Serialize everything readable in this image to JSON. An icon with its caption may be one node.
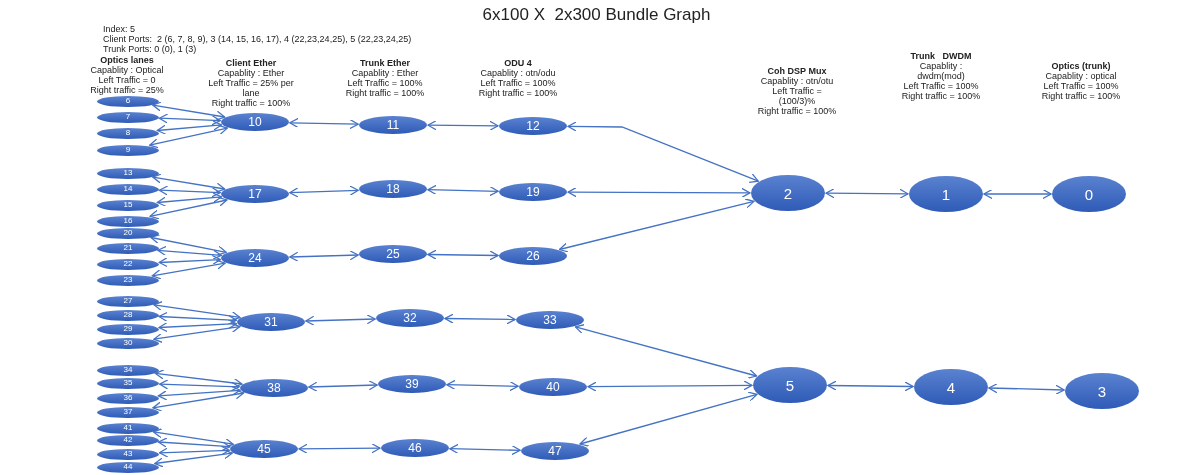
{
  "diagram": {
    "title": "6x100 X  2x300 Bundle Graph",
    "nodes": [
      {
        "text": [
          "0"
        ]
      },
      {
        "text": [
          "1"
        ]
      },
      {
        "text": [
          "2"
        ]
      },
      {
        "text": [
          "3"
        ]
      },
      {
        "text": [
          "4"
        ]
      },
      {
        "text": [
          "5"
        ]
      },
      {
        "text": [
          "6"
        ]
      },
      {
        "text": [
          "7"
        ]
      },
      {
        "text": [
          "8"
        ]
      },
      {
        "text": [
          "9"
        ]
      },
      {
        "text": [
          "10"
        ]
      },
      {
        "text": [
          "11"
        ]
      },
      {
        "text": [
          "12"
        ]
      },
      {
        "text": [
          "13"
        ]
      },
      {
        "text": [
          "14"
        ]
      },
      {
        "text": [
          "15"
        ]
      },
      {
        "text": [
          "16"
        ]
      },
      {
        "text": [
          "17"
        ]
      },
      {
        "text": [
          "18"
        ]
      },
      {
        "text": [
          "19"
        ]
      },
      {
        "text": [
          "20"
        ]
      },
      {
        "text": [
          "21"
        ]
      },
      {
        "text": [
          "22"
        ]
      },
      {
        "text": [
          "23"
        ]
      },
      {
        "text": [
          "24"
        ]
      },
      {
        "text": [
          "25"
        ]
      },
      {
        "text": [
          "26"
        ]
      },
      {
        "text": [
          "27"
        ]
      },
      {
        "text": [
          "28"
        ]
      },
      {
        "text": [
          "29"
        ]
      },
      {
        "text": [
          "30"
        ]
      },
      {
        "text": [
          "31"
        ]
      },
      {
        "text": [
          "32"
        ]
      },
      {
        "text": [
          "33"
        ]
      },
      {
        "text": [
          "34"
        ]
      },
      {
        "text": [
          "35"
        ]
      },
      {
        "text": [
          "36"
        ]
      },
      {
        "text": [
          "37"
        ]
      },
      {
        "text": [
          "38"
        ]
      },
      {
        "text": [
          "39"
        ]
      },
      {
        "text": [
          "40"
        ]
      },
      {
        "text": [
          "41"
        ]
      },
      {
        "text": [
          "42"
        ]
      },
      {
        "text": [
          "43"
        ]
      },
      {
        "text": [
          "44"
        ]
      },
      {
        "text": [
          "45"
        ]
      },
      {
        "text": [
          "46"
        ]
      },
      {
        "text": [
          "47"
        ]
      }
    ],
    "edges": [
      {
        "from": 6,
        "to": 10,
        "arrow": "both"
      },
      {
        "from": 7,
        "to": 10,
        "arrow": "both"
      },
      {
        "from": 8,
        "to": 10,
        "arrow": "both"
      },
      {
        "from": 9,
        "to": 10,
        "arrow": "both"
      },
      {
        "from": 10,
        "to": 11,
        "arrow": "both"
      },
      {
        "from": 11,
        "to": 12,
        "arrow": "both"
      },
      {
        "from": 12,
        "to": 2,
        "arrow": "both"
      },
      {
        "from": 13,
        "to": 17,
        "arrow": "both"
      },
      {
        "from": 14,
        "to": 17,
        "arrow": "both"
      },
      {
        "from": 15,
        "to": 17,
        "arrow": "both"
      },
      {
        "from": 16,
        "to": 17,
        "arrow": "both"
      },
      {
        "from": 17,
        "to": 18,
        "arrow": "both"
      },
      {
        "from": 18,
        "to": 19,
        "arrow": "both"
      },
      {
        "from": 19,
        "to": 2,
        "arrow": "both"
      },
      {
        "from": 20,
        "to": 24,
        "arrow": "both"
      },
      {
        "from": 21,
        "to": 24,
        "arrow": "both"
      },
      {
        "from": 22,
        "to": 24,
        "arrow": "both"
      },
      {
        "from": 23,
        "to": 24,
        "arrow": "both"
      },
      {
        "from": 24,
        "to": 25,
        "arrow": "both"
      },
      {
        "from": 25,
        "to": 26,
        "arrow": "both"
      },
      {
        "from": 26,
        "to": 2,
        "arrow": "both"
      },
      {
        "from": 2,
        "to": 1,
        "arrow": "both"
      },
      {
        "from": 1,
        "to": 0,
        "arrow": "both"
      },
      {
        "from": 27,
        "to": 31,
        "arrow": "both"
      },
      {
        "from": 28,
        "to": 31,
        "arrow": "both"
      },
      {
        "from": 29,
        "to": 31,
        "arrow": "both"
      },
      {
        "from": 30,
        "to": 31,
        "arrow": "both"
      },
      {
        "from": 31,
        "to": 32,
        "arrow": "both"
      },
      {
        "from": 32,
        "to": 33,
        "arrow": "both"
      },
      {
        "from": 33,
        "to": 5,
        "arrow": "both"
      },
      {
        "from": 34,
        "to": 38,
        "arrow": "both"
      },
      {
        "from": 35,
        "to": 38,
        "arrow": "both"
      },
      {
        "from": 36,
        "to": 38,
        "arrow": "both"
      },
      {
        "from": 37,
        "to": 38,
        "arrow": "both"
      },
      {
        "from": 38,
        "to": 39,
        "arrow": "both"
      },
      {
        "from": 39,
        "to": 40,
        "arrow": "both"
      },
      {
        "from": 40,
        "to": 5,
        "arrow": "both"
      },
      {
        "from": 41,
        "to": 45,
        "arrow": "both"
      },
      {
        "from": 42,
        "to": 45,
        "arrow": "both"
      },
      {
        "from": 43,
        "to": 45,
        "arrow": "both"
      },
      {
        "from": 44,
        "to": 45,
        "arrow": "both"
      },
      {
        "from": 45,
        "to": 46,
        "arrow": "both"
      },
      {
        "from": 46,
        "to": 47,
        "arrow": "both"
      },
      {
        "from": 47,
        "to": 5,
        "arrow": "both"
      },
      {
        "from": 5,
        "to": 4,
        "arrow": "both"
      },
      {
        "from": 4,
        "to": 3,
        "arrow": "both"
      }
    ],
    "labels": [
      "Index: 5",
      "Client Ports:  2 (6, 7, 8, 9), 3 (14, 15, 16, 17), 4 (22,23,24,25), 5 (22,23,24,25)",
      "Trunk Ports: 0 (0), 1 (3)",
      "Optics lanes",
      "Capablity : Optical",
      "Left Traffic = 0",
      "Right traffic = 25%",
      "Client Ether",
      "Capablity : Ether",
      "Left Traffic = 25% per lane",
      "Right traffic = 100%",
      "Trunk Ether",
      "Capablity : Ether",
      "Left Traffic = 100%",
      "Right traffic = 100%",
      "ODU 4",
      "Capablity : otn/odu",
      "Left Traffic = 100%",
      "Right traffic = 100%",
      "Coh DSP Mux",
      "Capablity : otn/otu",
      "Left Traffic = (100/3)%",
      "Right traffic = 100%",
      "Trunk   DWDM",
      "Capablity : dwdm(mod)",
      "Left Traffic = 100%",
      "Right traffic = 100%",
      "Optics (trunk)",
      "Capablity : optical",
      "Left Traffic = 100%",
      "Right traffic = 100%"
    ]
  }
}
